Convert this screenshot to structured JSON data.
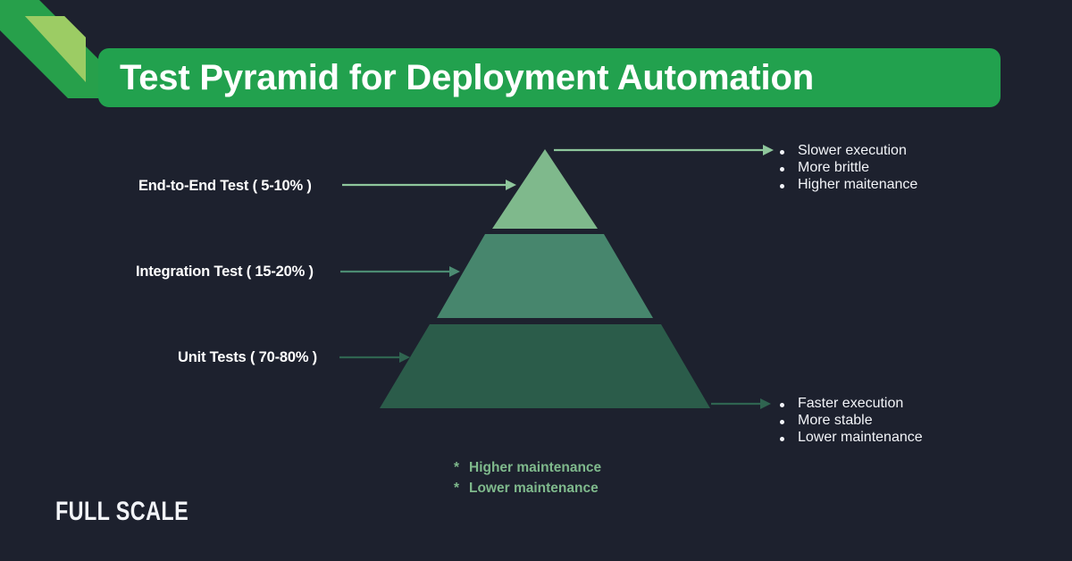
{
  "theme": {
    "background": "#1d212e",
    "title_bar": "#22a14e",
    "title_text": "#ffffff",
    "tier_top": "#7fb98c",
    "tier_middle": "#47866d",
    "tier_bottom": "#2b5c4a",
    "arrow_light": "#8fc79c",
    "arrow_mid": "#4c8b72",
    "arrow_dark": "#2f6450",
    "bullet_text": "#f2f4f8",
    "legend_text": "#7fb98c",
    "ribbon_dark_green": "#27a04b",
    "ribbon_light_green": "#9ccc64"
  },
  "header": {
    "title": "Test Pyramid for Deployment Automation"
  },
  "pyramid": {
    "tiers": [
      {
        "name": "end-to-end",
        "label": "End-to-End Test",
        "percent": "( 5-10% )",
        "color": "#7fb98c"
      },
      {
        "name": "integration",
        "label": "Integration Test",
        "percent": "( 15-20% )",
        "color": "#47866d"
      },
      {
        "name": "unit",
        "label": "Unit Tests",
        "percent": "( 70-80% )",
        "color": "#2b5c4a"
      }
    ]
  },
  "callouts": {
    "top": {
      "name": "top-callout",
      "items": [
        "Slower execution",
        "More brittle",
        "Higher maitenance"
      ]
    },
    "bottom": {
      "name": "bottom-callout",
      "items": [
        "Faster execution",
        "More stable",
        "Lower maintenance"
      ]
    }
  },
  "legend": {
    "marker": "*",
    "items": [
      "Higher maintenance",
      "Lower maintenance"
    ]
  },
  "branding": {
    "logo_text": "FULL SCALE"
  }
}
